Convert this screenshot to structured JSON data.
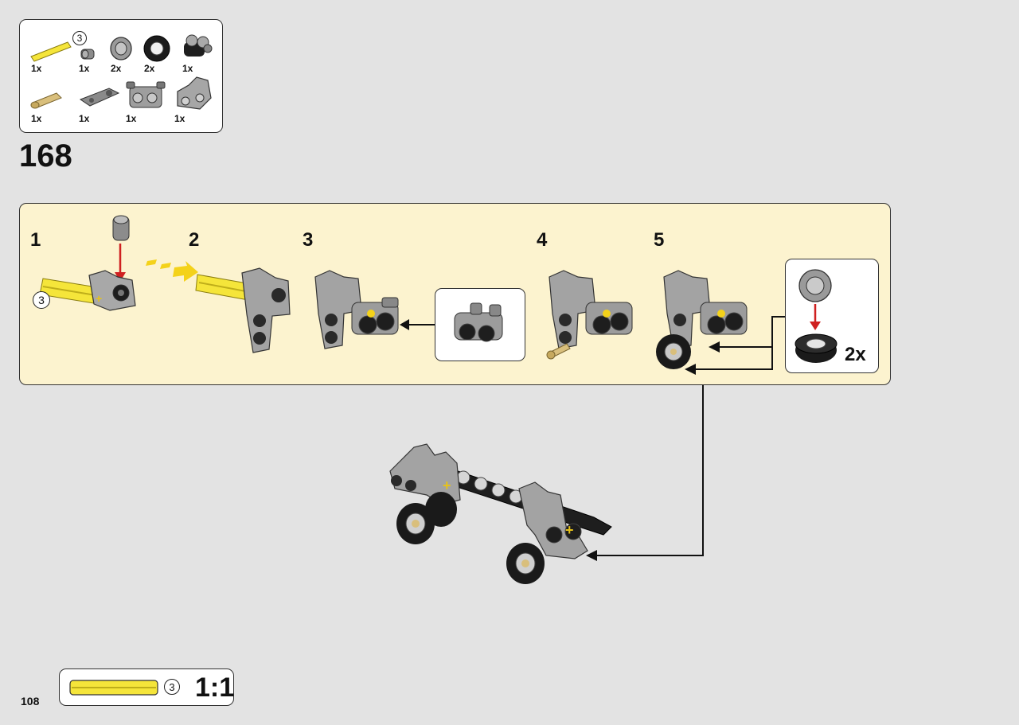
{
  "parts_list": {
    "row1": [
      {
        "qty": "1x",
        "icon": "yellow-axle-3-icon",
        "length": "3"
      },
      {
        "qty": "1x",
        "icon": "bushing-icon"
      },
      {
        "qty": "2x",
        "icon": "wheel-hub-icon"
      },
      {
        "qty": "2x",
        "icon": "tire-icon"
      },
      {
        "qty": "1x",
        "icon": "black-connector-icon"
      }
    ],
    "row2": [
      {
        "qty": "1x",
        "icon": "tan-pin-icon"
      },
      {
        "qty": "1x",
        "icon": "gray-beam-icon"
      },
      {
        "qty": "1x",
        "icon": "double-connector-icon"
      },
      {
        "qty": "1x",
        "icon": "steering-arm-icon"
      }
    ]
  },
  "step_number": "168",
  "substeps": [
    {
      "num": "1",
      "callout": "3"
    },
    {
      "num": "2"
    },
    {
      "num": "3"
    },
    {
      "num": "4"
    },
    {
      "num": "5"
    }
  ],
  "wheel_callout": {
    "qty": "2x"
  },
  "scale_box": {
    "length": "3",
    "ratio": "1:1"
  },
  "page_number": "108",
  "colors": {
    "background": "#e3e3e3",
    "panel": "#fcf3cf",
    "axle": "#f5e53a",
    "arrow_red": "#cf2020",
    "arrow_yellow": "#f4d21a"
  }
}
